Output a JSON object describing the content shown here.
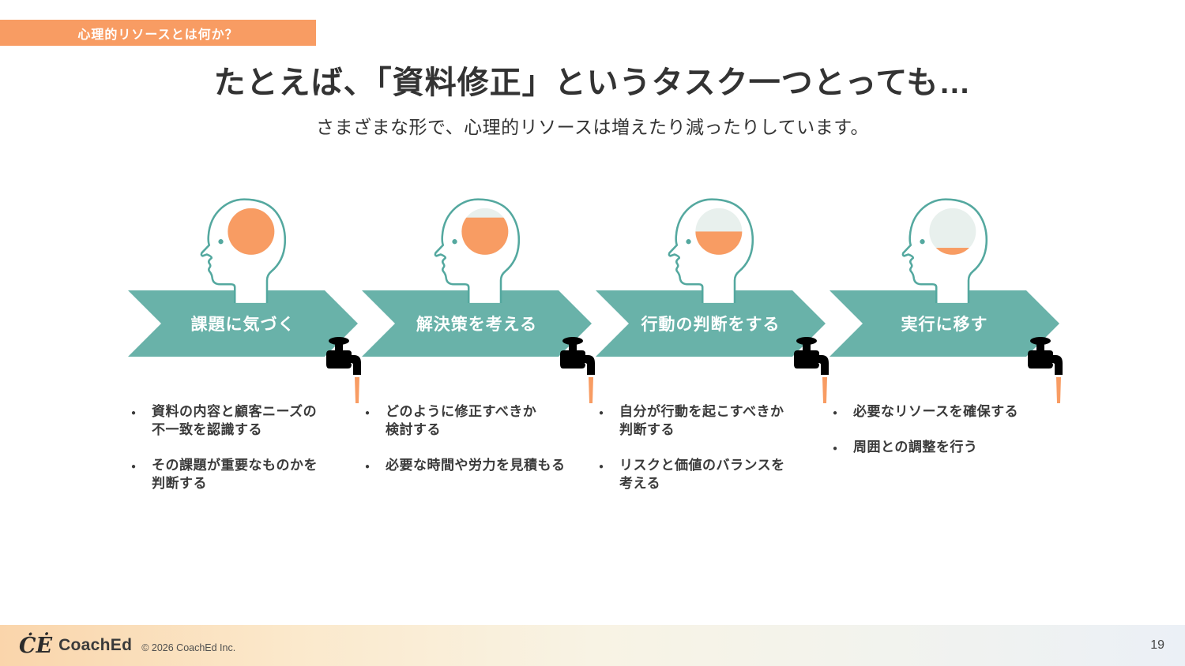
{
  "slide": {
    "tag": "心理的リソースとは何か？",
    "title": "たとえば、「資料修正」というタスク一つとっても…",
    "subtitle": "さまざまな形で、心理的リソースは増えたり減ったりしています。"
  },
  "stages": [
    {
      "label": "課題に気づく",
      "resource_level": 1.0,
      "bullets": [
        "資料の内容と顧客ニーズの\n不一致を認識する",
        "その課題が重要なものかを\n判断する"
      ]
    },
    {
      "label": "解決策を考える",
      "resource_level": 0.8,
      "bullets": [
        "どのように修正すべきか\n検討する",
        "必要な時間や労力を見積もる"
      ]
    },
    {
      "label": "行動の判断をする",
      "resource_level": 0.5,
      "bullets": [
        "自分が行動を起こすべきか\n判断する",
        "リスクと価値のバランスを\n考える"
      ]
    },
    {
      "label": "実行に移す",
      "resource_level": 0.15,
      "bullets": [
        "必要なリソースを確保する",
        "周囲との調整を行う"
      ]
    }
  ],
  "footer": {
    "logo_mark": "ĊĖ",
    "logo_text": "CoachEd",
    "copyright": "© 2026 CoachEd Inc.",
    "page_number": "19"
  },
  "colors": {
    "accent_orange": "#F89C63",
    "arrow_teal": "#69B2A9",
    "outline_teal": "#54A89F",
    "brain_empty": "#E8F0ED",
    "ink": "#3A3A3A"
  }
}
